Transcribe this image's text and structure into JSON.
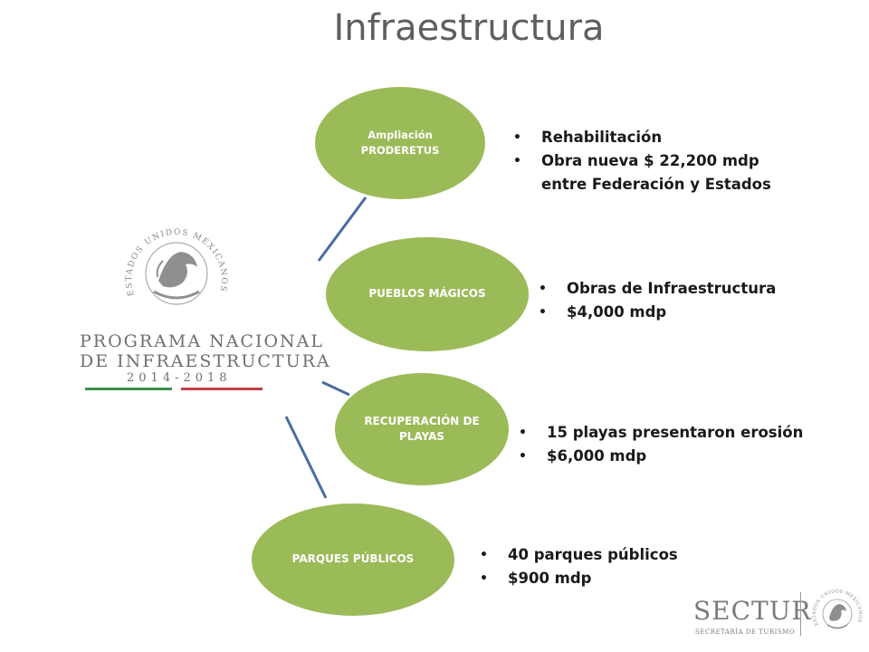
{
  "title": "Infraestructura",
  "items": [
    {
      "label_line1": "Ampliación",
      "label_line2": "PRODERETUS",
      "bullets": [
        "Rehabilitación",
        "Obra nueva $ 22,200 mdp",
        "entre Federación y Estados"
      ]
    },
    {
      "label_line1": "PUEBLOS MÁGICOS",
      "label_line2": "",
      "bullets": [
        "Obras de Infraestructura",
        "$4,000 mdp"
      ]
    },
    {
      "label_line1": "RECUPERACIÓN DE",
      "label_line2": "PLAYAS",
      "bullets": [
        "15 playas presentaron erosión",
        "$6,000 mdp"
      ]
    },
    {
      "label_line1": "PARQUES PÚBLICOS",
      "label_line2": "",
      "bullets": [
        "40 parques públicos",
        "$900 mdp"
      ]
    }
  ],
  "logo_pni": {
    "seal_text": "ESTADOS UNIDOS MEXICANOS",
    "line1": "PROGRAMA NACIONAL",
    "line2": "DE INFRAESTRUCTURA",
    "years": "2014-2018"
  },
  "logo_sectur": {
    "name": "SECTUR",
    "subtitle": "SECRETARÍA DE TURISMO",
    "seal_text": "ESTADOS UNIDOS MEXICANOS"
  },
  "colors": {
    "oval": "#9bbb59",
    "connector": "#4a6d9e",
    "flag_green": "#3a8f4d",
    "flag_red": "#c0404a"
  }
}
